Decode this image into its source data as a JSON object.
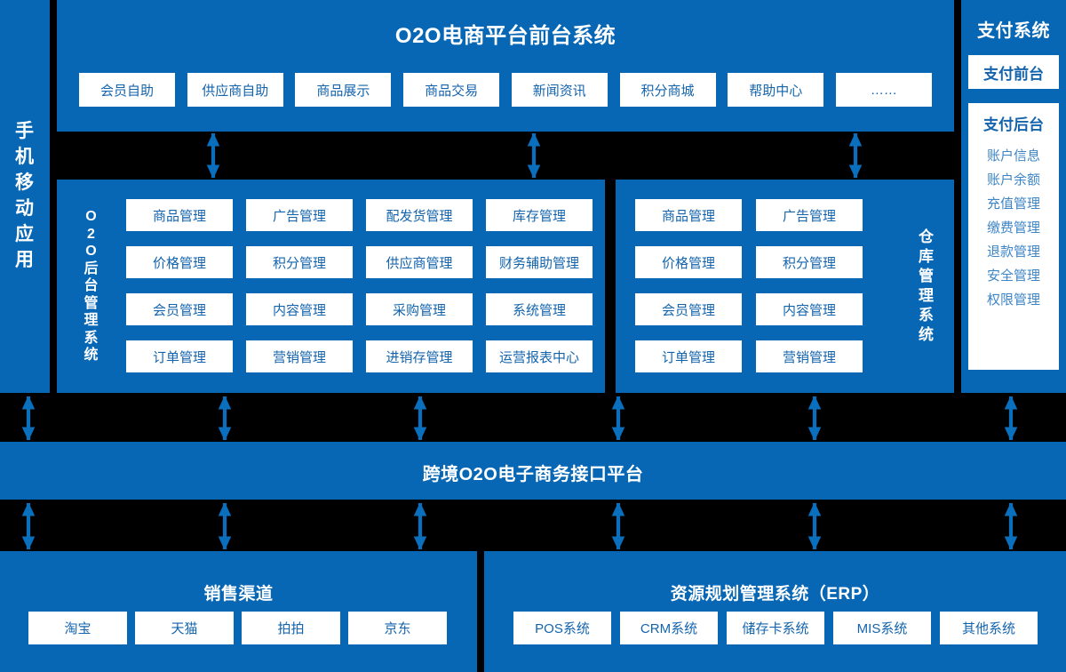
{
  "colors": {
    "panel_blue": "#0767b4",
    "chip_bg": "#ffffff",
    "chip_text": "#1464ad",
    "panel_text": "#ffffff",
    "background": "#000000",
    "arrow": "#0a6fbd"
  },
  "mobile_rail": {
    "label": "手机移动应用",
    "chars": [
      "手",
      "机",
      "移",
      "动",
      "应",
      "用"
    ]
  },
  "front": {
    "title": "O2O电商平台前台系统",
    "chips": [
      "会员自助",
      "供应商自助",
      "商品展示",
      "商品交易",
      "新闻资讯",
      "积分商城",
      "帮助中心",
      "……"
    ]
  },
  "payment": {
    "title": "支付系统",
    "front_label": "支付前台",
    "back_head": "支付后台",
    "back_items": [
      "账户信息",
      "账户余额",
      "充值管理",
      "缴费管理",
      "退款管理",
      "安全管理",
      "权限管理"
    ]
  },
  "backend": {
    "label": "O2O后台管理系统",
    "label_chars": [
      "O",
      "2",
      "O",
      "后",
      "台",
      "管",
      "理",
      "系",
      "统"
    ],
    "chips": [
      "商品管理",
      "广告管理",
      "配发货管理",
      "库存管理",
      "价格管理",
      "积分管理",
      "供应商管理",
      "财务辅助管理",
      "会员管理",
      "内容管理",
      "采购管理",
      "系统管理",
      "订单管理",
      "营销管理",
      "进销存管理",
      "运营报表中心"
    ]
  },
  "warehouse": {
    "label": "仓库管理系统",
    "label_chars": [
      "仓",
      "库",
      "管",
      "理",
      "系",
      "统"
    ],
    "chips": [
      "商品管理",
      "广告管理",
      "价格管理",
      "积分管理",
      "会员管理",
      "内容管理",
      "订单管理",
      "营销管理"
    ]
  },
  "interface": {
    "title": "跨境O2O电子商务接口平台"
  },
  "channel": {
    "title": "销售渠道",
    "chips": [
      "淘宝",
      "天猫",
      "拍拍",
      "京东"
    ]
  },
  "erp": {
    "title": "资源规划管理系统（ERP）",
    "chips": [
      "POS系统",
      "CRM系统",
      "储存卡系统",
      "MIS系统",
      "其他系统"
    ]
  },
  "arrows": {
    "top_row_x": [
      240,
      601,
      963
    ],
    "mid_row_x": [
      32,
      253,
      473,
      696,
      917,
      1138
    ],
    "bottom_row_x": [
      32,
      253,
      473,
      696,
      917,
      1138
    ]
  }
}
